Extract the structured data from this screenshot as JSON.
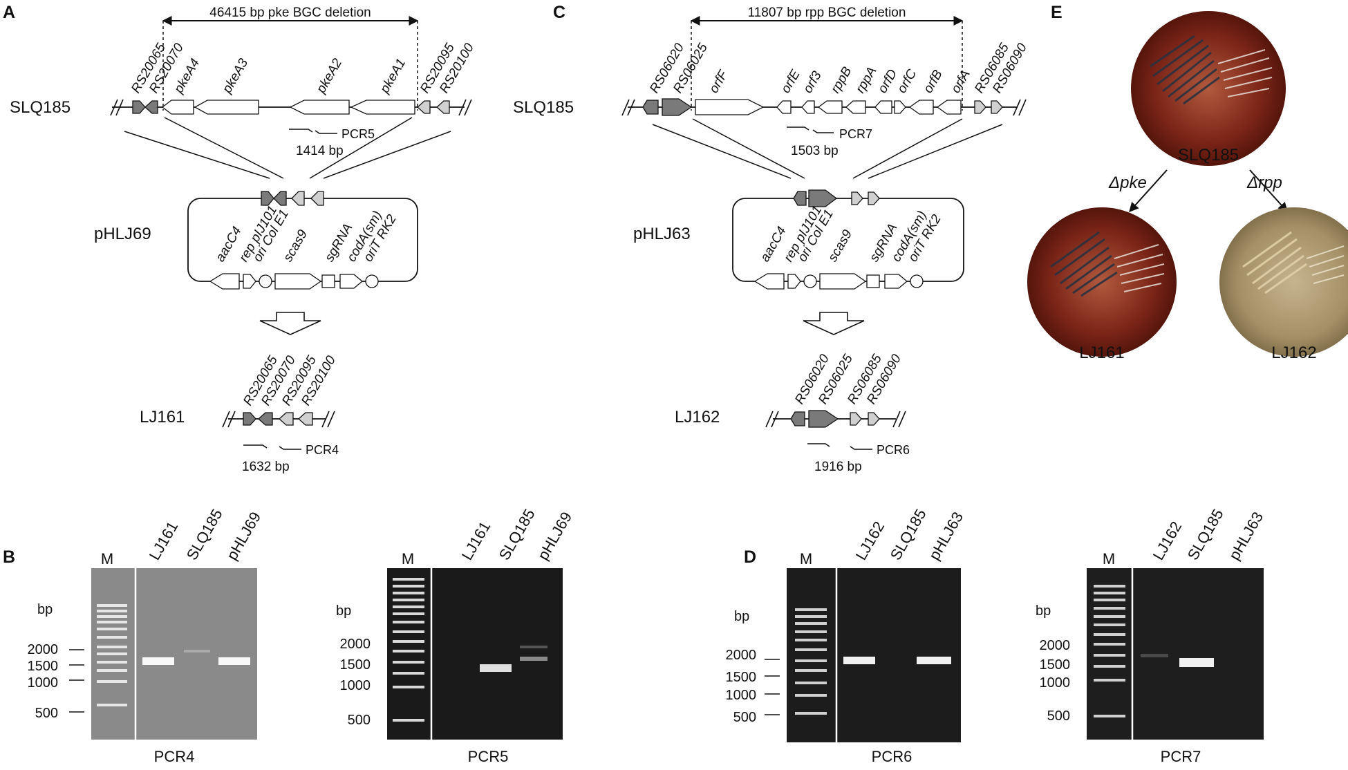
{
  "panels": {
    "A": "A",
    "B": "B",
    "C": "C",
    "D": "D",
    "E": "E"
  },
  "panel_a": {
    "deletion_label": "46415 bp pke BGC deletion",
    "strain_top": "SLQ185",
    "genes_top": [
      "RS20065",
      "RS20070",
      "pkeA4",
      "pkeA3",
      "pkeA2",
      "pkeA1",
      "RS20095",
      "RS20100"
    ],
    "primer_top": "PCR5",
    "size_top": "1414 bp",
    "plasmid": "pHLJ69",
    "plasmid_parts": [
      "aacC4",
      "rep pIJ101",
      "ori Col E1",
      "scas9",
      "sgRNA",
      "codA(sm)",
      "oriT RK2"
    ],
    "strain_bottom": "LJ161",
    "genes_bottom": [
      "RS20065",
      "RS20070",
      "RS20095",
      "RS20100"
    ],
    "primer_bottom": "PCR4",
    "size_bottom": "1632 bp"
  },
  "panel_c": {
    "deletion_label": "11807 bp rpp BGC deletion",
    "strain_top": "SLQ185",
    "genes_top": [
      "RS06020",
      "RS06025",
      "orfF",
      "orfE",
      "orf3",
      "rppB",
      "rppA",
      "orfD",
      "orfC",
      "orfB",
      "orfA",
      "RS06085",
      "RS06090"
    ],
    "primer_top": "PCR7",
    "size_top": "1503 bp",
    "plasmid": "pHLJ63",
    "plasmid_parts": [
      "aacC4",
      "rep pIJ101",
      "ori Col E1",
      "scas9",
      "sgRNA",
      "codA(sm)",
      "oriT RK2"
    ],
    "strain_bottom": "LJ162",
    "genes_bottom": [
      "RS06020",
      "RS06025",
      "RS06085",
      "RS06090"
    ],
    "primer_bottom": "PCR6",
    "size_bottom": "1916 bp"
  },
  "gels": [
    {
      "lanes": [
        "M",
        "LJ161",
        "SLQ185",
        "pHLJ69"
      ],
      "caption": "PCR4",
      "bp_label": "bp",
      "markers": [
        "2000",
        "1500",
        "1000",
        "500"
      ]
    },
    {
      "lanes": [
        "M",
        "LJ161",
        "SLQ185",
        "pHLJ69"
      ],
      "caption": "PCR5",
      "bp_label": "bp",
      "markers": [
        "2000",
        "1500",
        "1000",
        "500"
      ]
    },
    {
      "lanes": [
        "M",
        "LJ162",
        "SLQ185",
        "pHLJ63"
      ],
      "caption": "PCR6",
      "bp_label": "bp",
      "markers": [
        "2000",
        "1500",
        "1000",
        "500"
      ]
    },
    {
      "lanes": [
        "M",
        "LJ162",
        "SLQ185",
        "pHLJ63"
      ],
      "caption": "PCR7",
      "bp_label": "bp",
      "markers": [
        "2000",
        "1500",
        "1000",
        "500"
      ]
    }
  ],
  "panel_e": {
    "parent": "SLQ185",
    "arrow_left": "Δpke",
    "arrow_right": "Δrpp",
    "child_left": "LJ161",
    "child_right": "LJ162"
  }
}
